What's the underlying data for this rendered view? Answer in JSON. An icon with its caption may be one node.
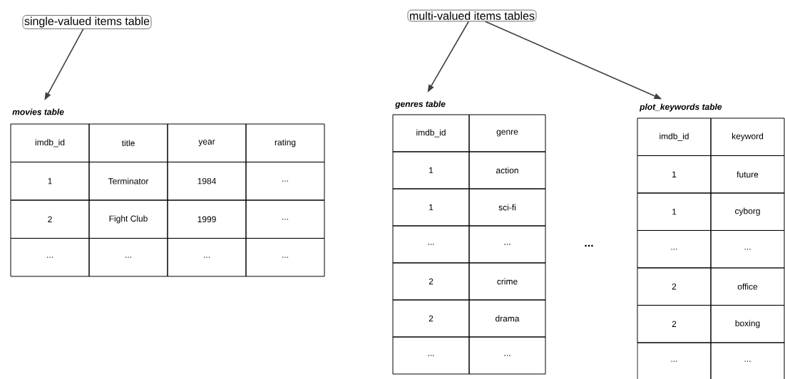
{
  "diagram": {
    "nodes": [
      {
        "text": [
          "single-valued items table"
        ]
      },
      {
        "text": [
          "multi-valued items tables"
        ]
      },
      {
        "text": [
          "movies table"
        ]
      },
      {
        "text": [
          "genres table"
        ]
      },
      {
        "text": [
          "plot_keywords table"
        ]
      }
    ],
    "edges": [
      {
        "from": 0,
        "to": 2,
        "arrow": "to"
      },
      {
        "from": 1,
        "to": 3,
        "arrow": "to"
      },
      {
        "from": 1,
        "to": 4,
        "arrow": "to"
      }
    ],
    "labels": [
      "imdb_id",
      "title",
      "year",
      "rating",
      "1",
      "Terminator",
      "1984",
      "...",
      "2",
      "Fight Club",
      "1999",
      "...",
      "...",
      "...",
      "...",
      "...",
      "imdb_id",
      "genre",
      "1",
      "action",
      "1",
      "sci-fi",
      "...",
      "...",
      "2",
      "crime",
      "2",
      "drama",
      "...",
      "...",
      "...",
      "imdb_id",
      "keyword",
      "1",
      "future",
      "1",
      "cyborg",
      "...",
      "...",
      "2",
      "office",
      "2",
      "boxing",
      "...",
      "..."
    ]
  }
}
